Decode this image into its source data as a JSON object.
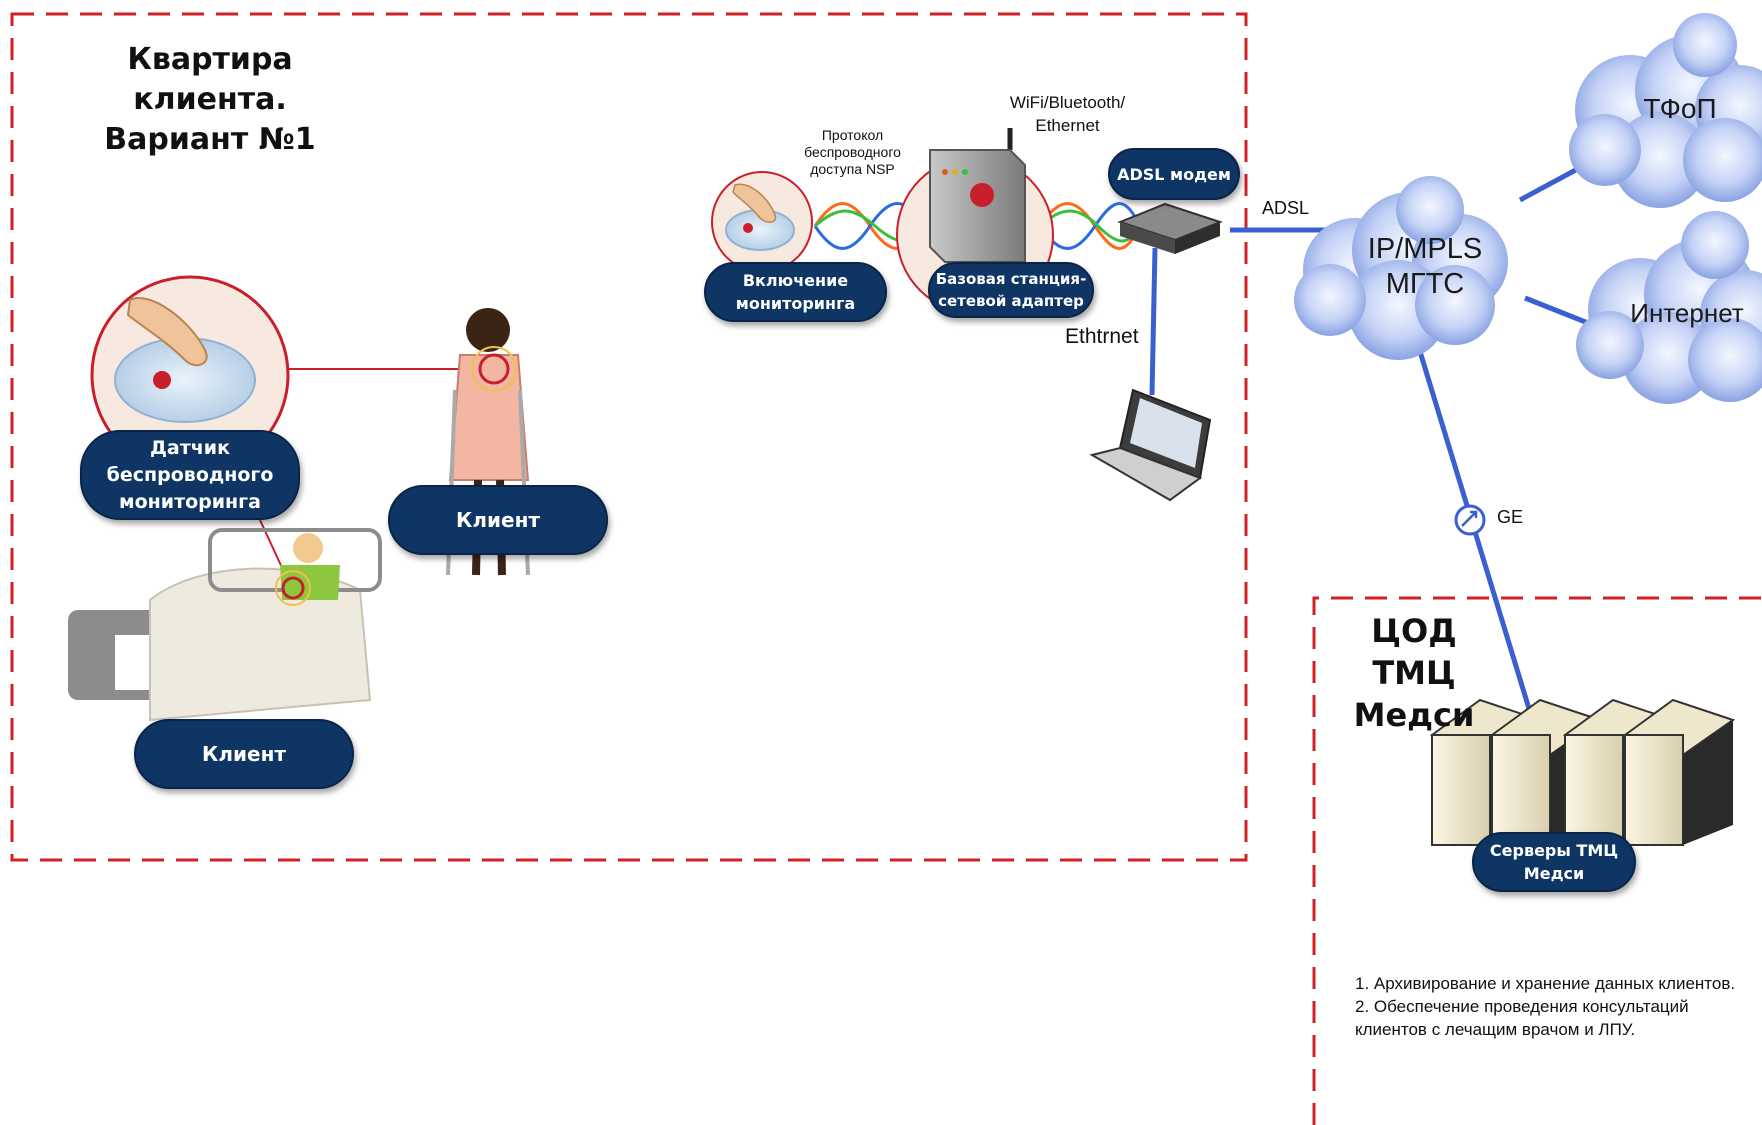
{
  "apartment": {
    "title_line1": "Квартира клиента.",
    "title_line2": "Вариант №1"
  },
  "labels": {
    "sensor_line1": "Датчик",
    "sensor_line2": "беспроводного",
    "sensor_line3": "мониторинга",
    "client_standing": "Клиент",
    "client_bed": "Клиент",
    "monitoring_on_line1": "Включение",
    "monitoring_on_line2": "мониторинга",
    "base_station_line1": "Базовая станция-",
    "base_station_line2": "сетевой адаптер",
    "adsl_modem": "ADSL модем",
    "servers_line1": "Серверы ТМЦ",
    "servers_line2": "Медси"
  },
  "connections": {
    "protocol_line1": "Протокол",
    "protocol_line2": "беспроводного",
    "protocol_line3": "доступа NSP",
    "wifi_line1": "WiFi/Bluetooth/",
    "wifi_line2": "Ethernet",
    "adsl": "ADSL",
    "ethernet": "Ethtrnet",
    "ge": "GE"
  },
  "clouds": {
    "ipmpls_line1": "IP/MPLS",
    "ipmpls_line2": "МГТС",
    "pstn": "ТФоП",
    "internet": "Интернет"
  },
  "datacenter": {
    "title_line1": "ЦОД",
    "title_line2": "ТМЦ Медси",
    "notes": [
      "1. Архивирование и хранение данных клиентов.",
      "2. Обеспечение проведения консультаций клиентов с лечащим врачом и ЛПУ."
    ]
  },
  "colors": {
    "boundary": "#d11f25",
    "link": "#3a5fd0",
    "pill": "#0f3565",
    "cloud": "#8fa9e8"
  }
}
